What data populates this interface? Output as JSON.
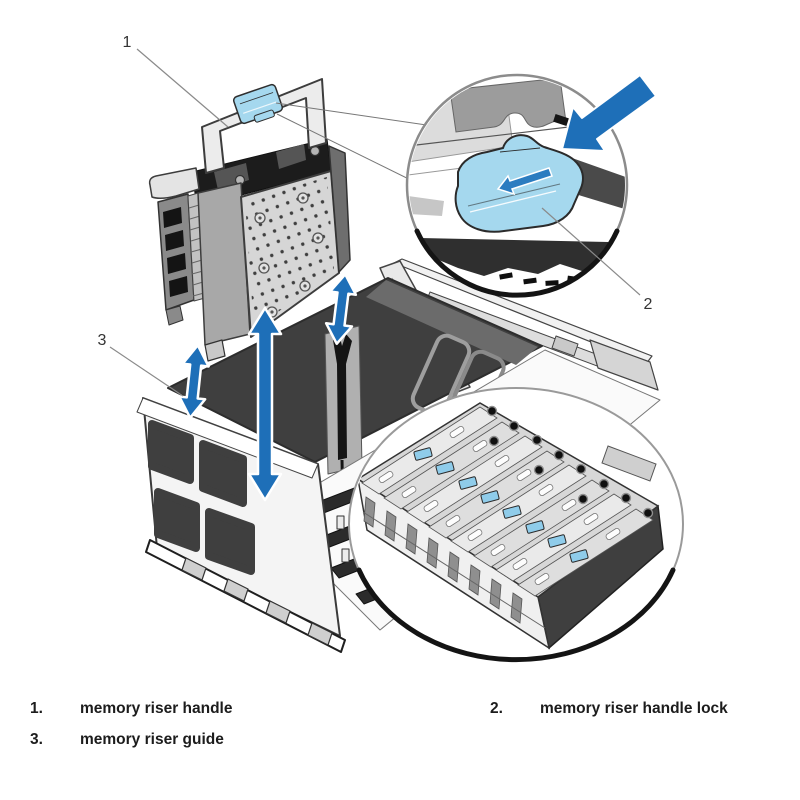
{
  "figure": {
    "callouts": [
      {
        "number": "1"
      },
      {
        "number": "2"
      },
      {
        "number": "3"
      }
    ],
    "icons": {
      "insert_remove_arrow": "double-headed-vertical-arrow",
      "press_arrow": "solid-press-direction-arrow",
      "slide_arrow": "lock-slide-direction-arrow"
    },
    "colors": {
      "arrow_blue": "#1e6fb8",
      "lock_tab_blue": "#a5d8ee",
      "dimm_tab_blue": "#8fccea",
      "line_art_outline": "#3d3d3d",
      "magnifier_rim": "#141414"
    }
  },
  "legend": {
    "items": [
      {
        "number": "1.",
        "label": "memory riser handle"
      },
      {
        "number": "2.",
        "label": "memory riser handle lock"
      },
      {
        "number": "3.",
        "label": "memory riser guide"
      }
    ]
  }
}
